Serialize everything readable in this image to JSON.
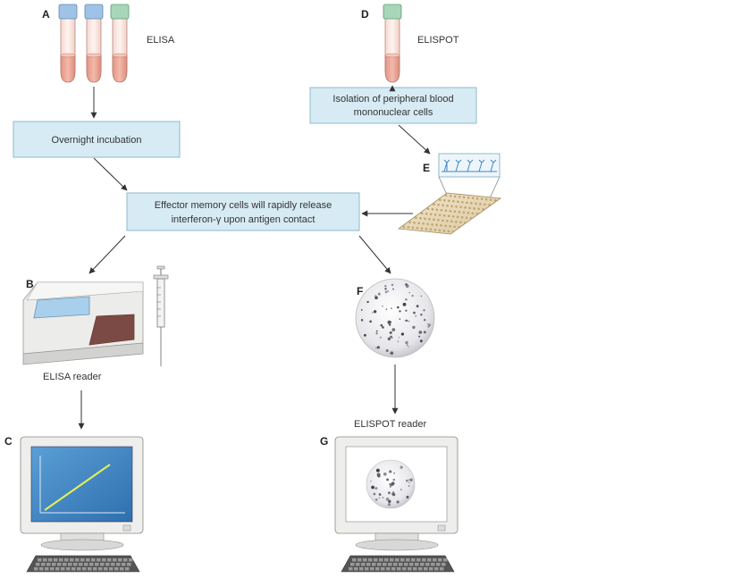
{
  "panels": {
    "A": "A",
    "B": "B",
    "C": "C",
    "D": "D",
    "E": "E",
    "F": "F",
    "G": "G"
  },
  "labels": {
    "elisa": "ELISA",
    "elispot": "ELISPOT",
    "elisa_reader": "ELISA reader",
    "elispot_reader": "ELISPOT reader"
  },
  "boxes": {
    "overnight": "Overnight incubation",
    "isolation_line1": "Isolation of peripheral blood",
    "isolation_line2": "mononuclear cells",
    "effector_line1": "Effector memory cells will rapidly release",
    "effector_line2": "interferon-γ upon antigen contact"
  },
  "colors": {
    "box_fill": "#d7ebf4",
    "box_stroke": "#8fb9cc",
    "cap_blue": "#9fc3e6",
    "cap_green": "#a7d7b8",
    "liquid": "#e9a89a",
    "screen_blue": "#3f86c6",
    "plot_line": "#e7ef56"
  }
}
